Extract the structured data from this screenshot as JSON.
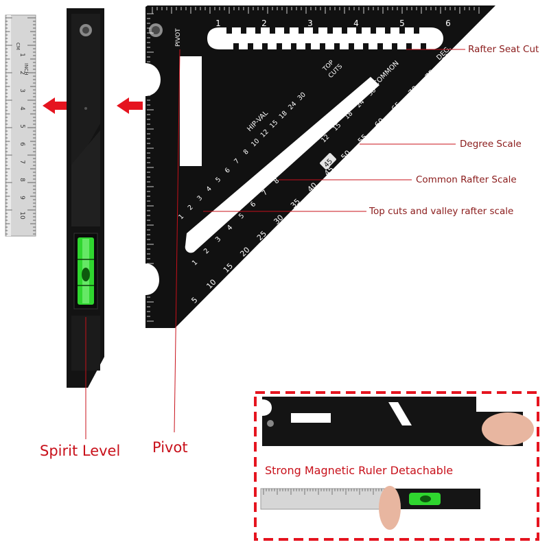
{
  "callouts": {
    "rafter_seat_cut": "Rafter Seat Cut",
    "degree_scale": "Degree Scale",
    "common_rafter_scale": "Common Rafter Scale",
    "top_cuts_valley": "Top cuts and valley rafter scale"
  },
  "labels": {
    "spirit_level": "Spirit Level",
    "pivot": "Pivot"
  },
  "inset": {
    "title": "Strong Magnetic Ruler Detachable"
  },
  "square_text": {
    "pivot": "PIVOT",
    "deg": "DEG.",
    "common": "COMMON",
    "top_cuts_1": "TOP",
    "top_cuts_2": "CUTS",
    "hip_val": "HIP-VAL",
    "highlight_45": "45"
  },
  "ruler_text": {
    "inch": "INCH",
    "cm": "CM",
    "numbers": [
      "1",
      "2",
      "3",
      "4",
      "5",
      "6",
      "7",
      "8",
      "9",
      "10"
    ]
  },
  "scales": {
    "top_inches": [
      "1",
      "2",
      "3",
      "4",
      "5",
      "6"
    ],
    "degree": [
      "5",
      "10",
      "15",
      "20",
      "25",
      "30",
      "35",
      "40",
      "45",
      "50",
      "55",
      "60",
      "65",
      "70",
      "75",
      "80"
    ],
    "common": [
      "1",
      "2",
      "3",
      "4",
      "5",
      "6",
      "7",
      "8"
    ],
    "hip": [
      "1",
      "2",
      "3",
      "4",
      "5",
      "6",
      "7",
      "8",
      "10",
      "12",
      "15",
      "18",
      "24",
      "30"
    ],
    "top_cuts": [
      "12",
      "15",
      "18",
      "24",
      "30"
    ]
  },
  "colors": {
    "accent_red": "#c8101a",
    "callout_red": "#8a1a1a",
    "square_black": "#121212",
    "level_green": "#2fd62f"
  }
}
